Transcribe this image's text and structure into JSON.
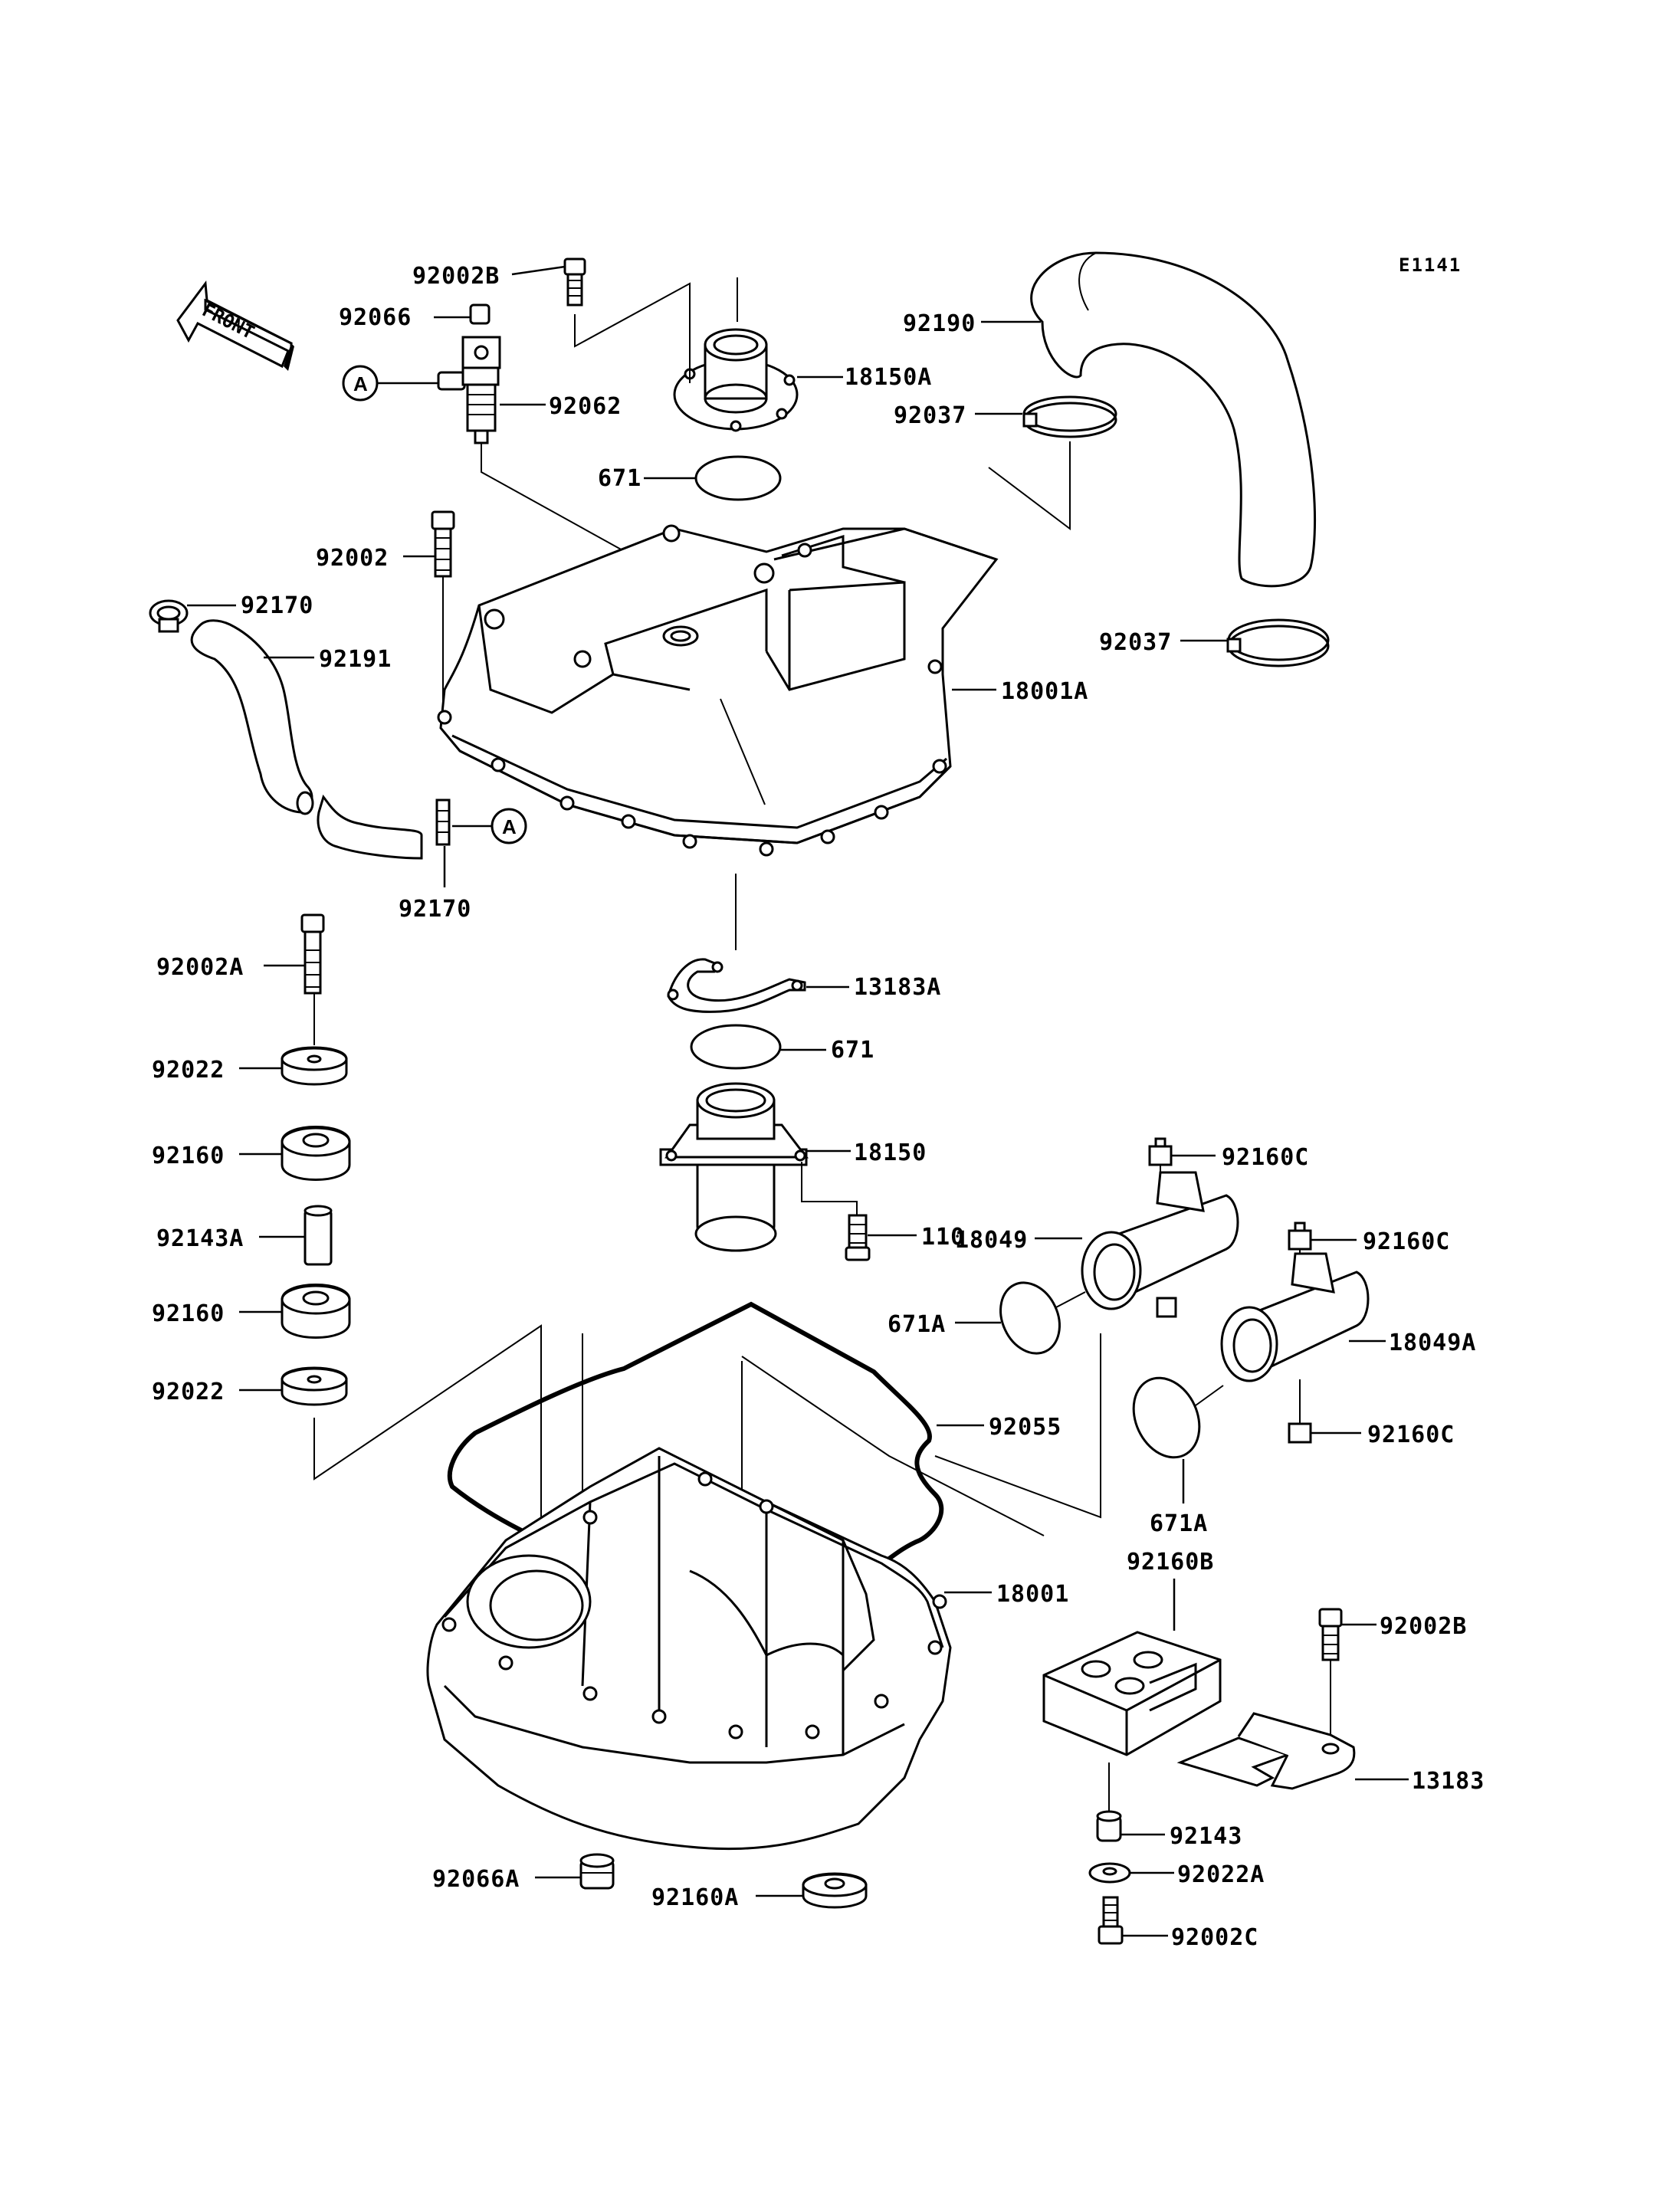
{
  "diagram": {
    "code": "E1141",
    "front_label": "FRONT",
    "reference_letter": "A"
  },
  "labels": {
    "p92002B_top": "92002B",
    "p92066": "92066",
    "p92062": "92062",
    "p18150A": "18150A",
    "p92190": "92190",
    "p92037_top": "92037",
    "p671_top": "671",
    "p92002": "92002",
    "p92170_top": "92170",
    "p92191": "92191",
    "p92037_right": "92037",
    "p18001A": "18001A",
    "p92170_bottom": "92170",
    "p92002A": "92002A",
    "p13183A": "13183A",
    "p92022_top": "92022",
    "p671_mid": "671",
    "p92160_top": "92160",
    "p18150": "18150",
    "p92160C_1": "92160C",
    "p110": "110",
    "p92143A": "92143A",
    "p18049": "18049",
    "p92160C_2": "92160C",
    "p92160_bottom": "92160",
    "p671A_left": "671A",
    "p18049A": "18049A",
    "p92022_bottom": "92022",
    "p92055": "92055",
    "p92160C_3": "92160C",
    "p671A_bottom": "671A",
    "p92160B": "92160B",
    "p18001": "18001",
    "p92002B_right": "92002B",
    "p13183": "13183",
    "p92143": "92143",
    "p92066A": "92066A",
    "p92022A": "92022A",
    "p92160A": "92160A",
    "p92002C": "92002C"
  }
}
